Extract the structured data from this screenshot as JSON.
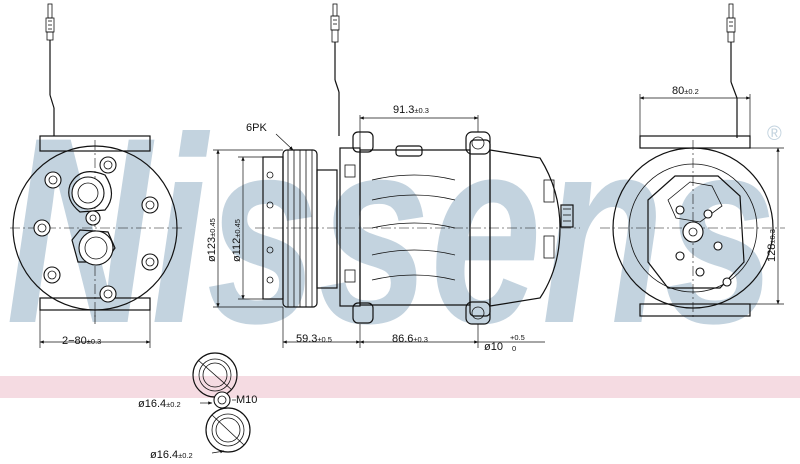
{
  "brand": {
    "watermark_text": "Nissens",
    "registered_mark": "®",
    "watermark_color": "#c3d3df",
    "band_color": "#f5dbe2"
  },
  "dimensions": {
    "mounting_spacing": {
      "main": "2−80",
      "tol": "±0.3"
    },
    "belt": "6PK",
    "pulley_outer_dia": {
      "main": "ø123",
      "tol": "±0.45"
    },
    "pulley_inner_dia": {
      "main": "ø112",
      "tol": "±0.45"
    },
    "body_length": {
      "main": "91.3",
      "tol": "±0.3"
    },
    "pulley_to_mount": {
      "main": "59.3",
      "tol": "±0.5"
    },
    "mount_length": {
      "main": "86.6",
      "tol": "±0.3"
    },
    "mount_hole_dia": {
      "main": "ø10",
      "tol_upper": "+0.5",
      "tol_lower": "0"
    },
    "rear_mount_width": {
      "main": "80",
      "tol": "±0.2"
    },
    "rear_height": {
      "main": "128",
      "tol": "±0.3"
    },
    "port_dia_top": {
      "main": "ø16.4",
      "tol": "±0.2"
    },
    "port_thread": "M10",
    "port_dia_bottom": {
      "main": "ø16.4",
      "tol": "±0.2"
    }
  }
}
